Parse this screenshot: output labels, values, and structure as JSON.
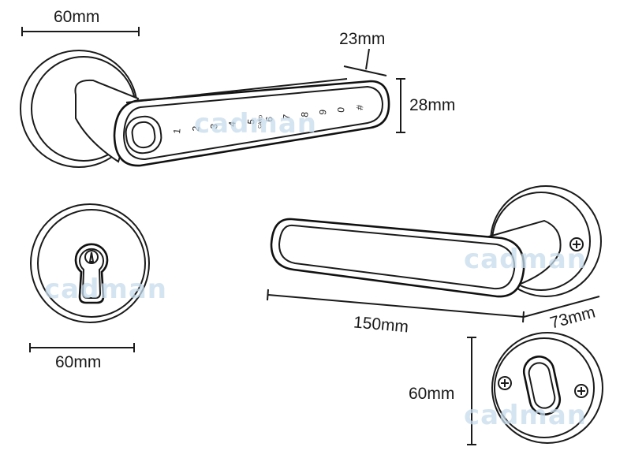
{
  "dimensions": {
    "top_rose_width": "60mm",
    "handle_thickness": "23mm",
    "handle_height": "28mm",
    "front_rose_width": "60mm",
    "handle_length": "150mm",
    "handle_projection": "73mm",
    "back_rose_height": "60mm"
  },
  "keypad": {
    "keys": [
      "1",
      "2",
      "3",
      "4",
      "5",
      "6",
      "7",
      "8",
      "9",
      "0",
      "#"
    ],
    "card_label": "CARD"
  },
  "watermark": {
    "text": "cadman"
  },
  "colors": {
    "line": "#1a1a1a",
    "watermark": "#c6dcec",
    "background": "#ffffff"
  },
  "icons": {
    "fingerprint": "fingerprint-icon",
    "keyhole": "cylinder-keyhole-icon",
    "thumbturn": "thumbturn-icon",
    "screw": "cross-screw-icon"
  }
}
